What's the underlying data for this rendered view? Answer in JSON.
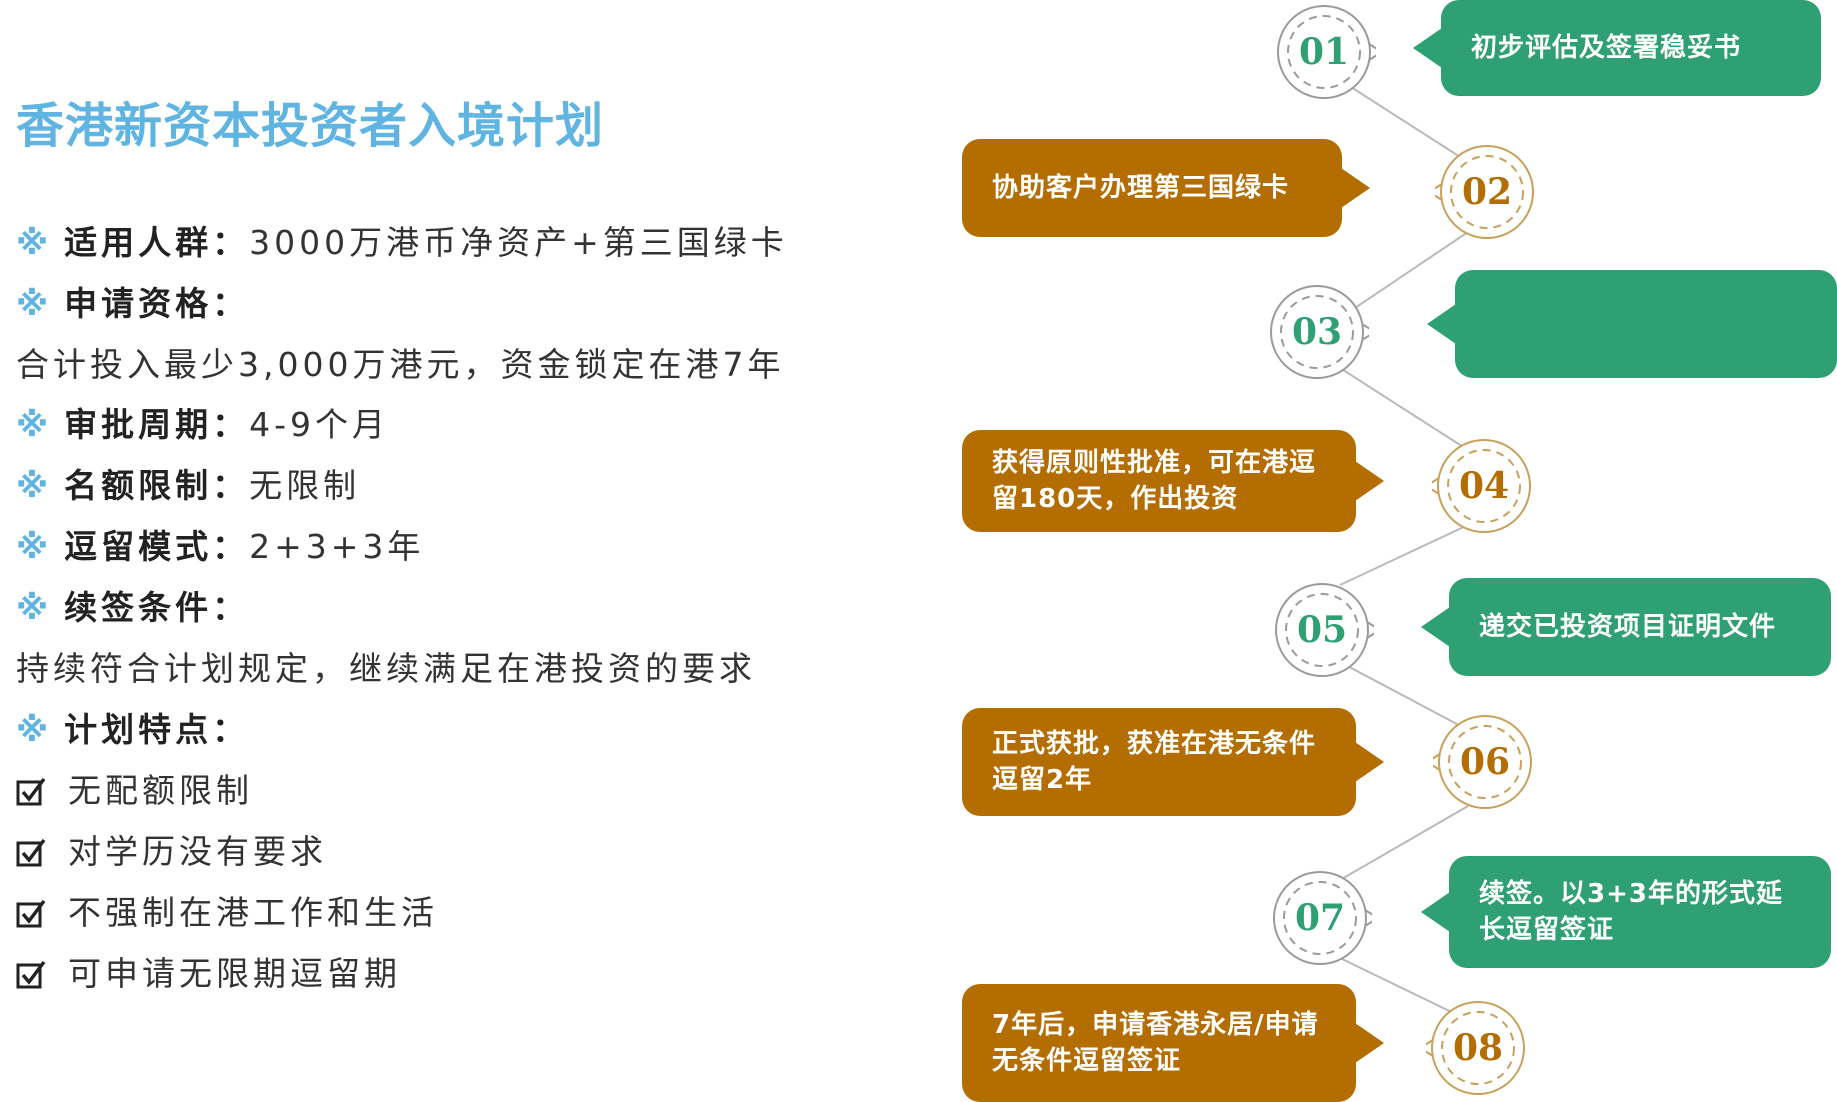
{
  "title": "香港新资本投资者入境计划",
  "info": {
    "mark": "※",
    "target_label": "适用人群：",
    "target_value": "3000万港币净资产+第三国绿卡",
    "eligibility_label": "申请资格：",
    "eligibility_value": "合计投入最少3,000万港元，资金锁定在港7年",
    "period_label": "审批周期：",
    "period_value": "4-9个月",
    "quota_label": "名额限制：",
    "quota_value": "无限制",
    "stay_label": "逗留模式：",
    "stay_value": "2+3+3年",
    "renew_label": "续签条件：",
    "renew_value": "持续符合计划规定，继续满足在港投资的要求",
    "features_label": "计划特点：",
    "features": [
      "无配额限制",
      "对学历没有要求",
      "不强制在港工作和生活",
      "可申请无限期逗留期"
    ]
  },
  "steps": [
    {
      "num": "01",
      "color": "green",
      "text": "初步评估及签署稳妥书"
    },
    {
      "num": "02",
      "color": "brown",
      "text": "协助客户办理第三国绿卡"
    },
    {
      "num": "03",
      "color": "green",
      "text": ""
    },
    {
      "num": "04",
      "color": "brown",
      "text": "获得原则性批准，可在港逗留180天，作出投资"
    },
    {
      "num": "05",
      "color": "green",
      "text": "递交已投资项目证明文件"
    },
    {
      "num": "06",
      "color": "brown",
      "text": "正式获批，获准在港无条件逗留2年"
    },
    {
      "num": "07",
      "color": "green",
      "text": "续签。以3+3年的形式延长逗留签证"
    },
    {
      "num": "08",
      "color": "brown",
      "text": "7年后，申请香港永居/申请无条件逗留签证"
    }
  ],
  "colors": {
    "green": "#2f9f74",
    "brown": "#b46d00",
    "accent": "#5fb4e2"
  },
  "icons": {
    "check": "checkbox-checked-icon"
  }
}
